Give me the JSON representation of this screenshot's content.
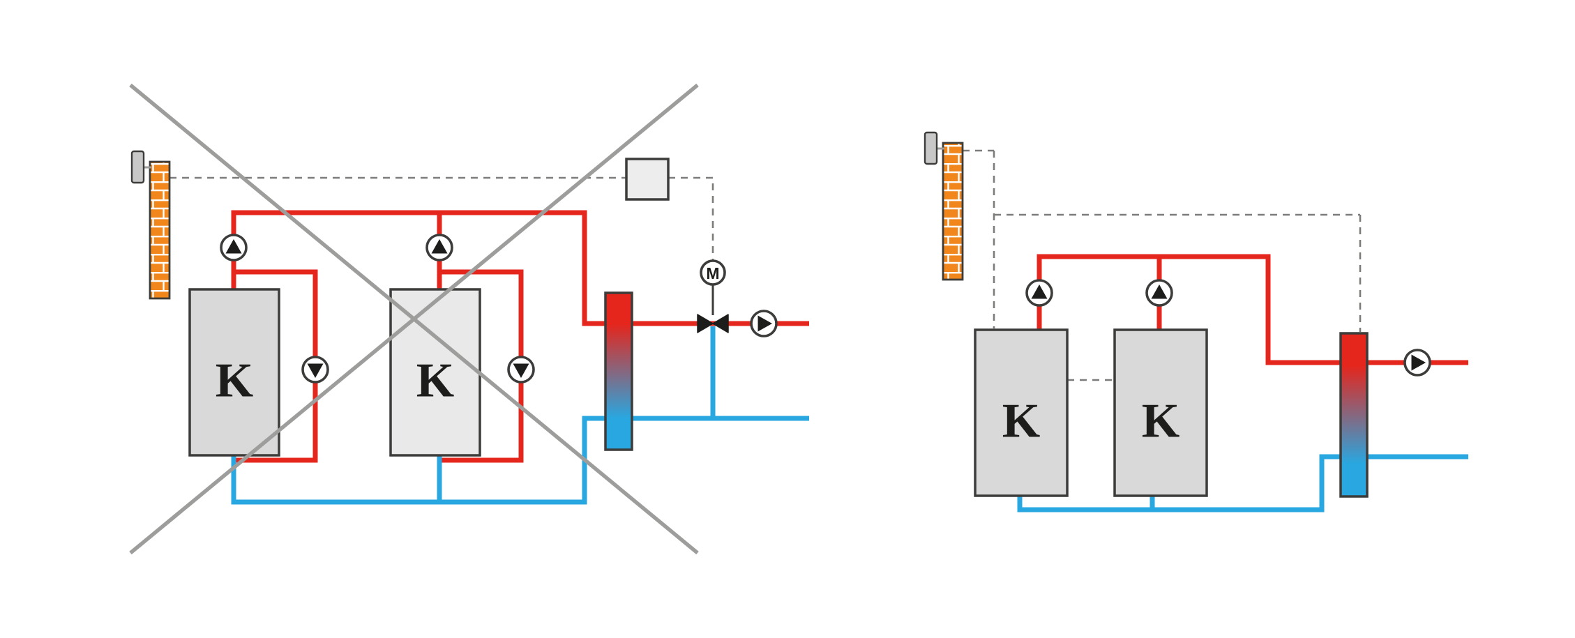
{
  "left_diagram": {
    "boiler1_label": "K",
    "boiler2_label": "K",
    "valve_actuator_label": "M"
  },
  "right_diagram": {
    "boiler1_label": "K",
    "boiler2_label": "K"
  },
  "colors": {
    "background": "#ffffff",
    "pipeRed": "#e4261d",
    "pipeBlue": "#29a7e0",
    "brickOrange": "#f0861c",
    "mortarWhite": "#ffffff",
    "outlineDark": "#3c3c3b",
    "boilerGray": "#d9d9d9",
    "boilerGrayLight": "#e9e9e9",
    "controllerGray": "#ededed",
    "sensorGray": "#c8c8c8",
    "crossGray": "#9d9d9c",
    "dashGray": "#7c7c7b",
    "symbolBlack": "#1d1d1b",
    "pumpWhite": "#ffffff"
  }
}
